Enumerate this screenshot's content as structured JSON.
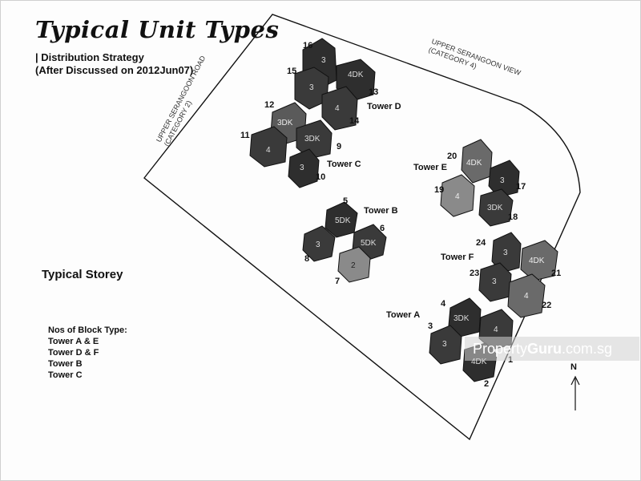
{
  "header": {
    "title": "Typical Unit Types",
    "subtitle_line1": "| Distribution Strategy",
    "subtitle_line2": "(After Discussed on 2012Jun07)"
  },
  "roads": {
    "left_name": "UPPER SERANGOON ROAD",
    "left_category": "(CATEGORY 2)",
    "right_name": "UPPER SERANGOON VIEW",
    "right_category": "(CATEGORY 4)"
  },
  "towers": {
    "a": "Tower A",
    "b": "Tower B",
    "c": "Tower C",
    "d": "Tower D",
    "e": "Tower E",
    "f": "Tower F"
  },
  "unit_labels": {
    "d16": "3",
    "d15": "3",
    "d13": "4DK",
    "d14": "4",
    "c12": "3DK",
    "c11": "4",
    "c9": "3DK",
    "c10": "3",
    "b5": "5DK",
    "b8": "3",
    "b6": "5DK",
    "b7": "2",
    "e20": "4DK",
    "e19": "4",
    "e17": "3",
    "e18": "3DK",
    "f24": "3",
    "f23": "3",
    "f21": "4DK",
    "f22": "4",
    "a4": "3DK",
    "a3": "3",
    "a1": "4",
    "a2": "4DK"
  },
  "block_numbers": {
    "n1": "1",
    "n2": "2",
    "n3": "3",
    "n4": "4",
    "n5": "5",
    "n6": "6",
    "n7": "7",
    "n8": "8",
    "n9": "9",
    "n10": "10",
    "n11": "11",
    "n12": "12",
    "n13": "13",
    "n14": "14",
    "n15": "15",
    "n16": "16",
    "n17": "17",
    "n18": "18",
    "n19": "19",
    "n20": "20",
    "n21": "21",
    "n22": "22",
    "n23": "23",
    "n24": "24"
  },
  "typical_storey": "Typical Storey",
  "legend": {
    "heading": "Nos of Block Type:",
    "rows": [
      "Tower A & E",
      "Tower D & F",
      "Tower B",
      "Tower C"
    ]
  },
  "watermark": {
    "part1": "Property",
    "part2": "Guru",
    "part3": ".com.sg"
  },
  "north": "N",
  "colors": {
    "dark": "#2e2e2e",
    "mid": "#555555",
    "light": "#8a8a8a",
    "lighter": "#a9a9a9",
    "outline": "#111111"
  }
}
